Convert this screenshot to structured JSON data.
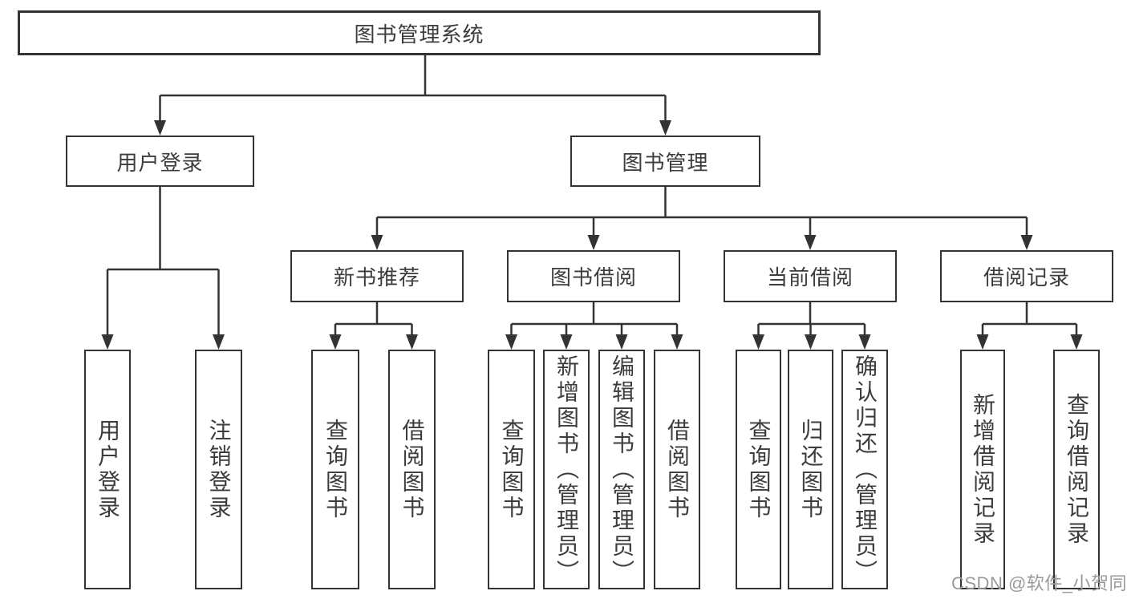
{
  "diagram": {
    "title_node": {
      "label": "图书管理系统"
    },
    "level2": [
      {
        "label": "用户登录"
      },
      {
        "label": "图书管理"
      }
    ],
    "level3": [
      {
        "label": "新书推荐",
        "parent": "图书管理"
      },
      {
        "label": "图书借阅",
        "parent": "图书管理"
      },
      {
        "label": "当前借阅",
        "parent": "图书管理"
      },
      {
        "label": "借阅记录",
        "parent": "图书管理"
      }
    ],
    "leaves": [
      {
        "label": "用户登录",
        "parent": "用户登录"
      },
      {
        "label": "注销登录",
        "parent": "用户登录"
      },
      {
        "label": "查询图书",
        "parent": "新书推荐"
      },
      {
        "label": "借阅图书",
        "parent": "新书推荐"
      },
      {
        "label": "查询图书",
        "parent": "图书借阅"
      },
      {
        "label": "新增图书（管理员）",
        "parent": "图书借阅"
      },
      {
        "label": "编辑图书（管理员）",
        "parent": "图书借阅"
      },
      {
        "label": "借阅图书",
        "parent": "图书借阅"
      },
      {
        "label": "查询图书",
        "parent": "当前借阅"
      },
      {
        "label": "归还图书",
        "parent": "当前借阅"
      },
      {
        "label": "确认归还（管理员）",
        "parent": "当前借阅"
      },
      {
        "label": "新增借阅记录",
        "parent": "借阅记录"
      },
      {
        "label": "查询借阅记录",
        "parent": "借阅记录"
      }
    ]
  },
  "watermark": {
    "text": "CSDN @软件_小贺同学"
  },
  "colors": {
    "line": "#333333",
    "box_border": "#333333",
    "text": "#3c3c3c",
    "watermark": "#9a989d",
    "background": "#ffffff"
  }
}
